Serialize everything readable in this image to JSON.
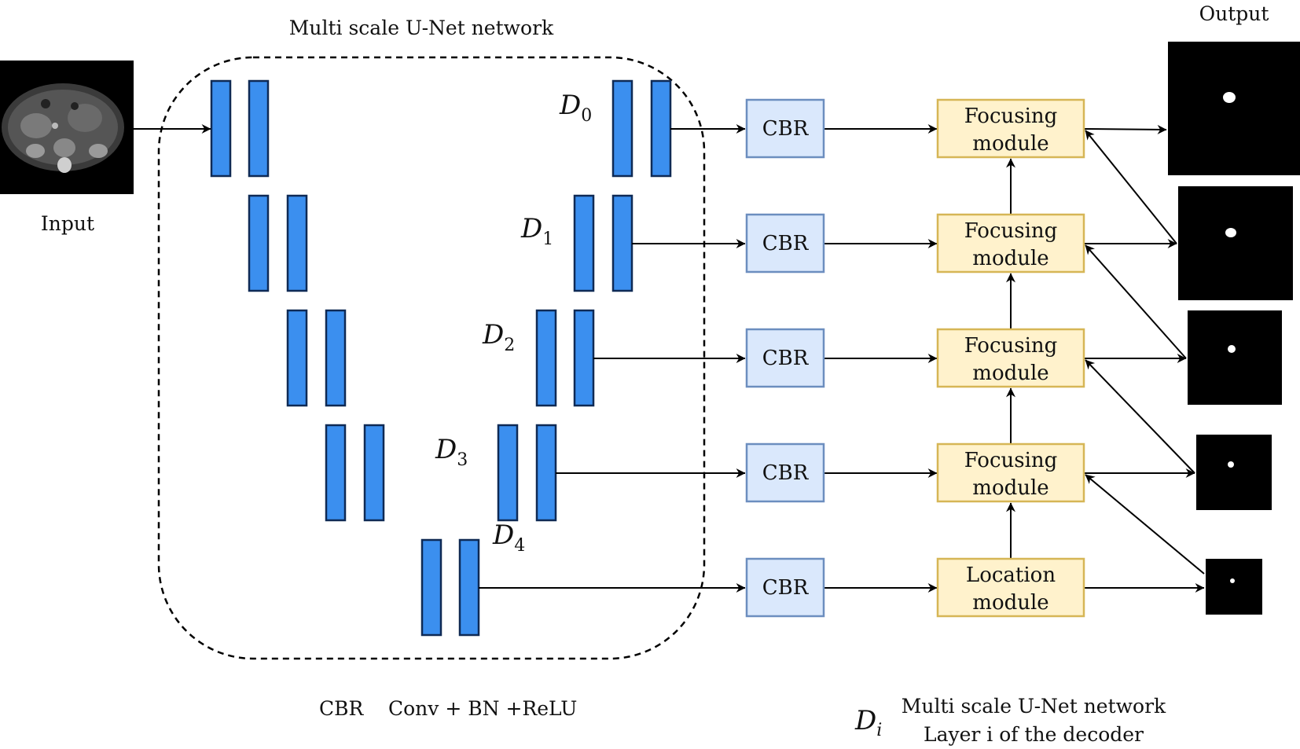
{
  "title": "Multi scale U-Net network",
  "input_label": "Input",
  "output_label": "Output",
  "decoder_labels": [
    {
      "base": "D",
      "sub": "0"
    },
    {
      "base": "D",
      "sub": "1"
    },
    {
      "base": "D",
      "sub": "2"
    },
    {
      "base": "D",
      "sub": "3"
    },
    {
      "base": "D",
      "sub": "4"
    }
  ],
  "cbr_label": "CBR",
  "modules": [
    {
      "line1": "Focusing",
      "line2": "module"
    },
    {
      "line1": "Focusing",
      "line2": "module"
    },
    {
      "line1": "Focusing",
      "line2": "module"
    },
    {
      "line1": "Focusing",
      "line2": "module"
    },
    {
      "line1": "Location",
      "line2": "module"
    }
  ],
  "legend": {
    "cbr_term": "CBR",
    "cbr_definition": "Conv + BN +ReLU",
    "di_base": "D",
    "di_sub": "i",
    "di_line1": "Multi scale U-Net network",
    "di_line2": "Layer i of the decoder"
  },
  "colors": {
    "unet_block": "#3b8fef",
    "cbr_fill": "#dae8fc",
    "module_fill": "#fff2cc"
  }
}
